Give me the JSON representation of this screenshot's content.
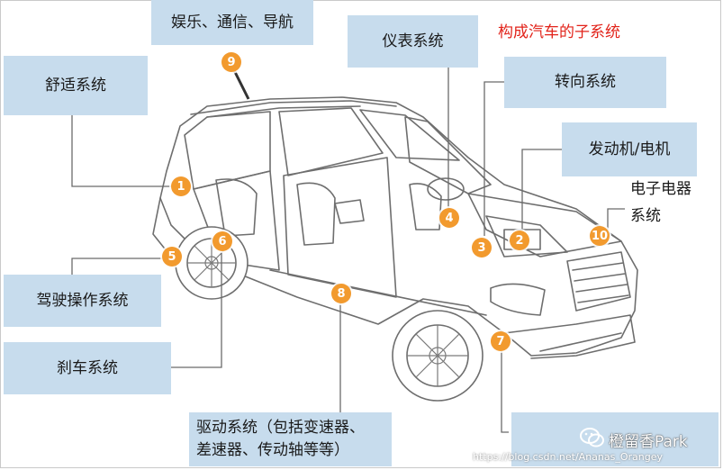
{
  "title": "构成汽车的子系统",
  "labels": {
    "entertainment": "娱乐、通信、导航",
    "comfort": "舒适系统",
    "instruments": "仪表系统",
    "steering": "转向系统",
    "engine": "发动机/电机",
    "electronics": "电子电器\n系统",
    "driving_controls": "驾驶操作系统",
    "brakes": "刹车系统",
    "drivetrain": "驱动系统（包括变速器、\n差速器、传动轴等等）"
  },
  "markers": [
    "1",
    "2",
    "3",
    "4",
    "5",
    "6",
    "7",
    "8",
    "9",
    "10"
  ],
  "watermark": {
    "brand": "橙留香Park",
    "url": "https://blog.csdn.net/Ananas_Orangey"
  },
  "colors": {
    "label_bg": "#c7dced",
    "marker": "#f29a2e",
    "title": "#e2231a",
    "line": "#6b6b6b"
  }
}
